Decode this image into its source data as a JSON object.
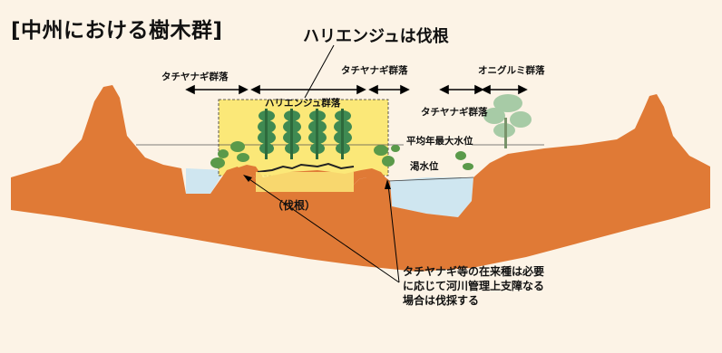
{
  "title": "[中州における樹木群]",
  "main_label": "ハリエンジュは伐根",
  "labels": {
    "tachiyanagi_left": "タチヤナギ群落",
    "tachiyanagi_center": "タチヤナギ群落",
    "onigurumi": "オニグルミ群落",
    "harienju_group": "ハリエンジュ群落",
    "tachiyanagi_right": "タチヤナギ群落",
    "avg_max_water": "平均年最大水位",
    "low_water": "渇水位",
    "cut_roots": "（伐根）"
  },
  "note_lines": [
    "タチヤナギ等の在来種は必要",
    "に応じて河川管理上支障なる",
    "場合は伐採する"
  ],
  "colors": {
    "background": "#fcf3e6",
    "ground": "#e07a36",
    "water": "#cfe6f0",
    "harienju_zone": "#fbe878",
    "tree_green": "#3f8a52",
    "line": "#000000"
  }
}
